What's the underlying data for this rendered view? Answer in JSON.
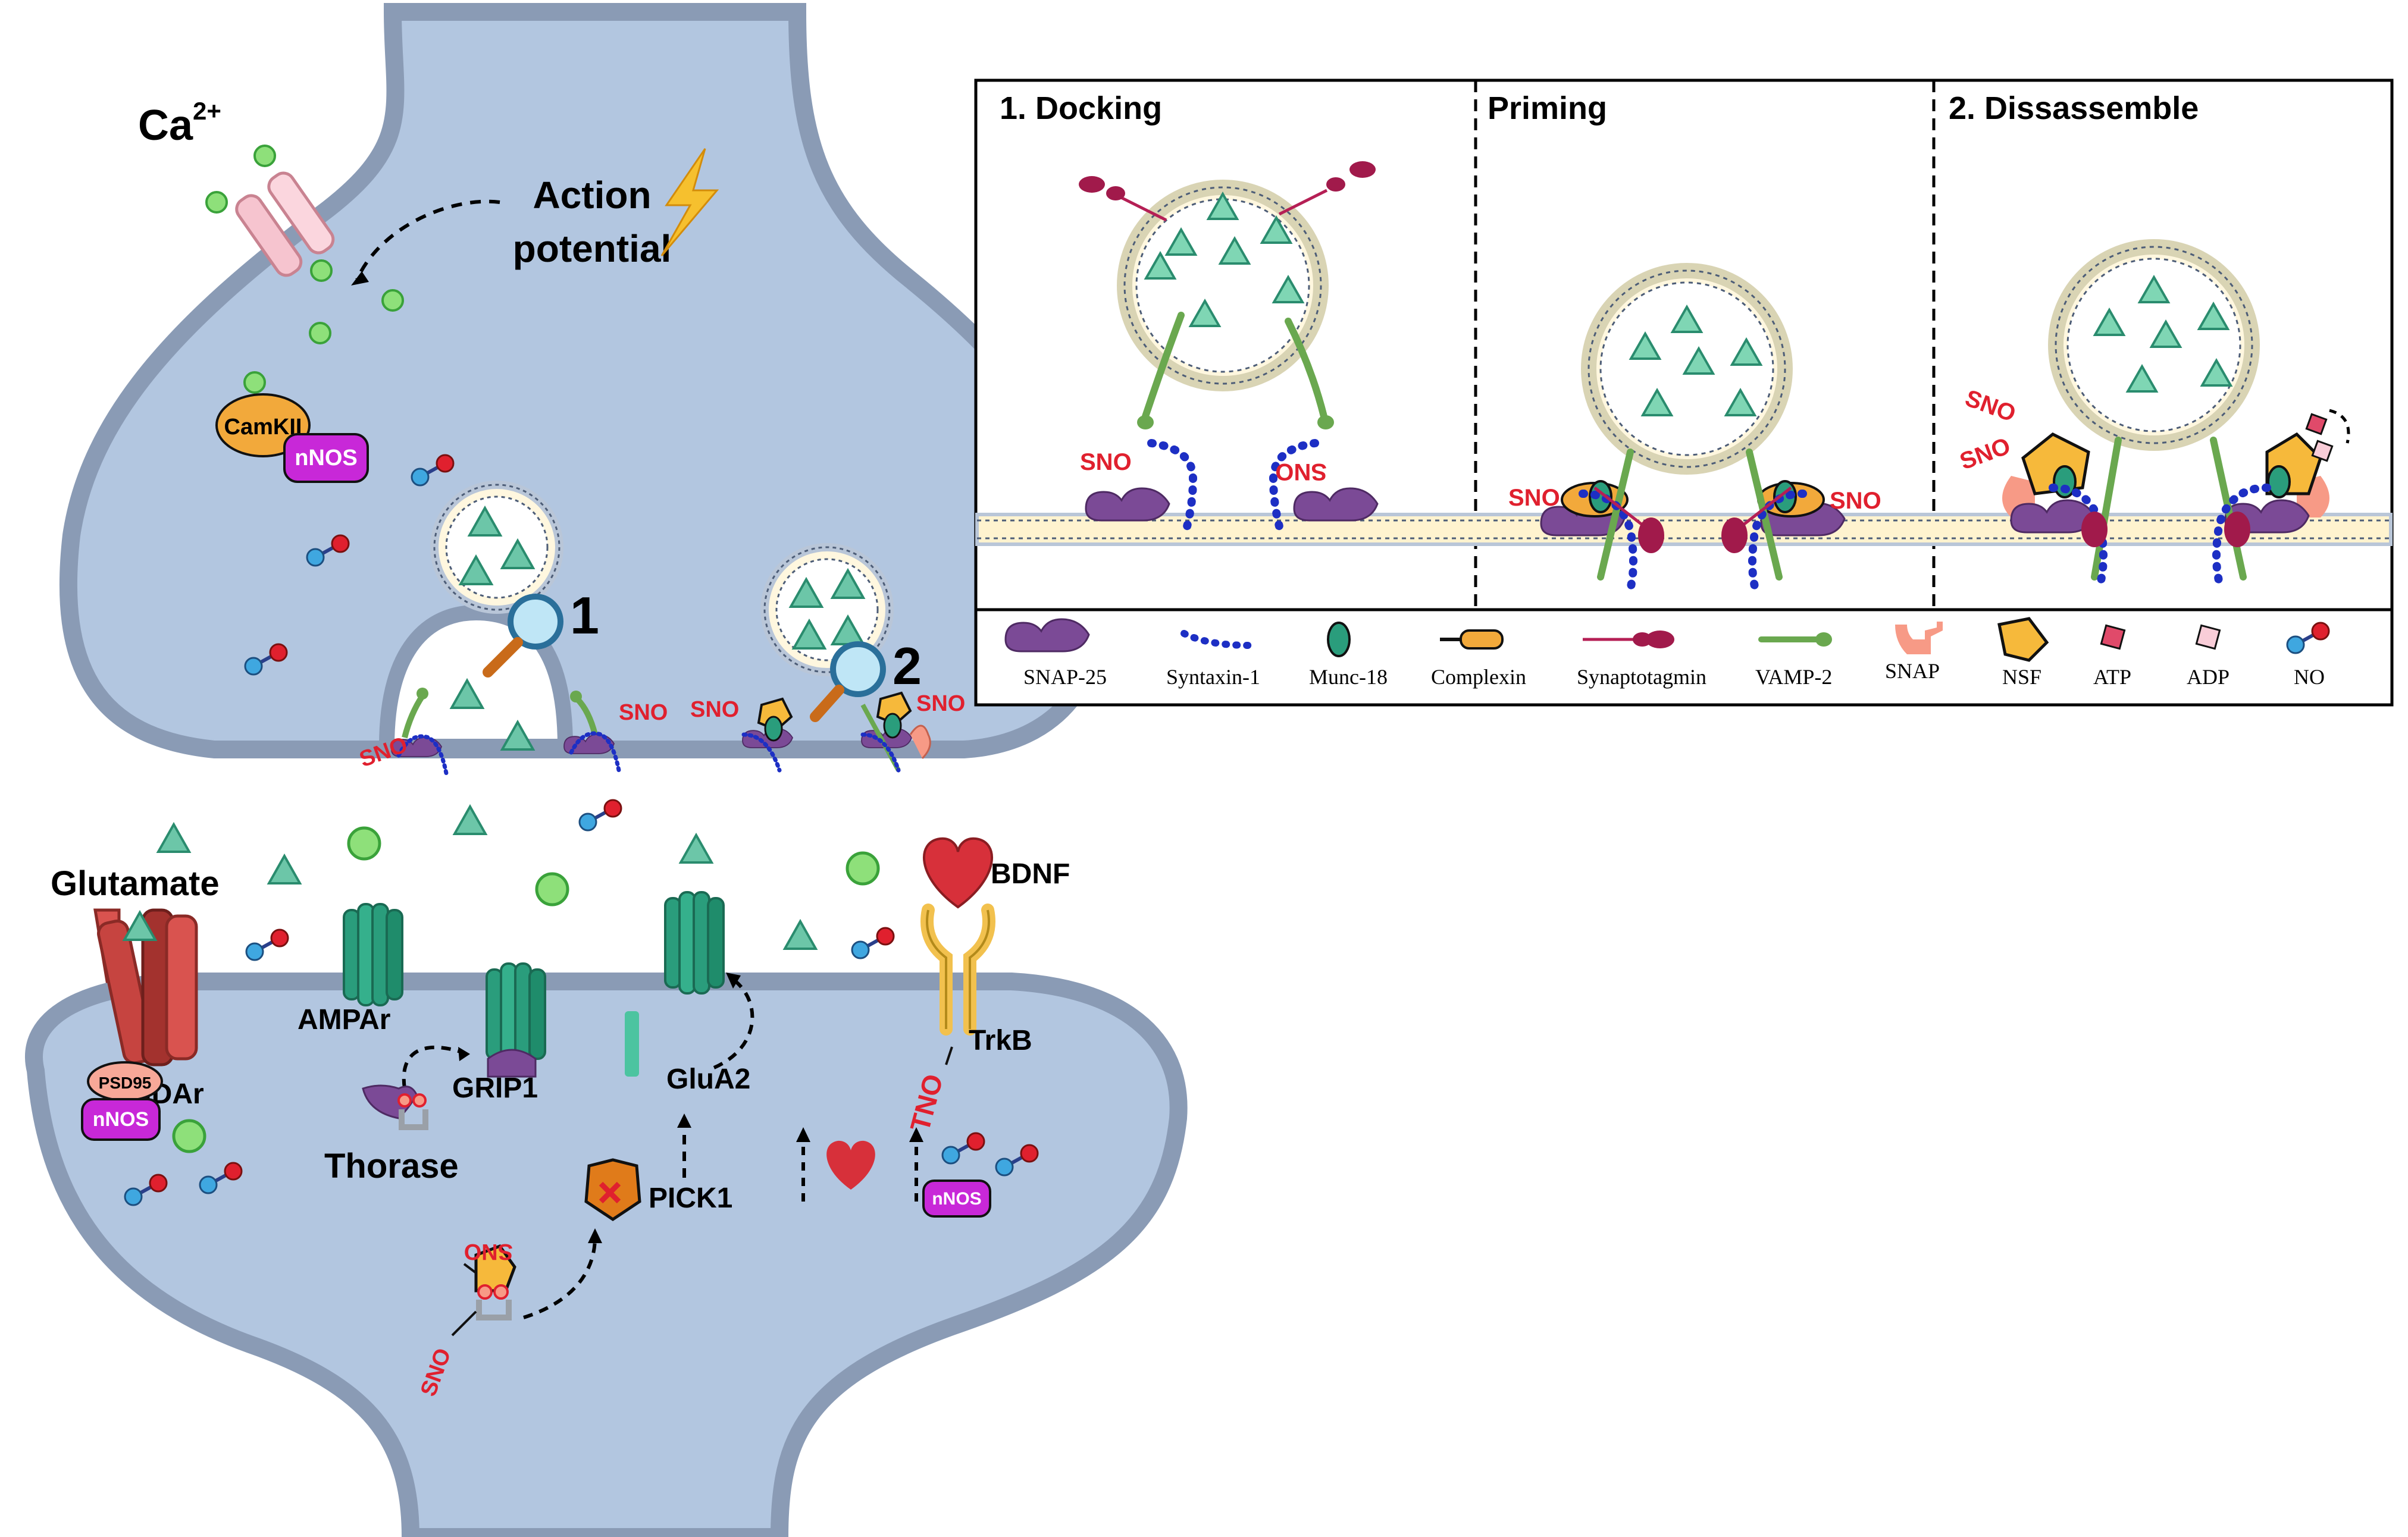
{
  "left": {
    "calcium": "Ca",
    "calcium_sup": "2+",
    "action_potential": [
      "Action",
      "potential"
    ],
    "camkii": "CamKII",
    "nnos": "nNOS",
    "step1": "1",
    "step2": "2",
    "sno": "SNO",
    "glutamate": "Glutamate",
    "nmdar": "NMDAr",
    "psd95": "PSD95",
    "ampar": "AMPAr",
    "grip1": "GRIP1",
    "thorase": "Thorase",
    "glua2": "GluA2",
    "pick1": "PICK1",
    "bdnf": "BDNF",
    "trkb": "TrkB",
    "tno": "TNO"
  },
  "panel": {
    "docking": "1. Docking",
    "priming": "Priming",
    "disassemble": "2. Dissassemble"
  },
  "legend": [
    {
      "label": "SNAP-25",
      "icon": "snap25-icon"
    },
    {
      "label": "Syntaxin-1",
      "icon": "syntaxin-icon"
    },
    {
      "label": "Munc-18",
      "icon": "munc18-icon"
    },
    {
      "label": "Complexin",
      "icon": "complexin-icon"
    },
    {
      "label": "Synaptotagmin",
      "icon": "synaptotagmin-icon"
    },
    {
      "label": "VAMP-2",
      "icon": "vamp2-icon"
    },
    {
      "label": "SNAP",
      "icon": "snap-icon"
    },
    {
      "label": "NSF",
      "icon": "nsf-icon"
    },
    {
      "label": "ATP",
      "icon": "atp-icon"
    },
    {
      "label": "ADP",
      "icon": "adp-icon"
    },
    {
      "label": "NO",
      "icon": "no-icon"
    }
  ],
  "colors": {
    "cytoplasm": "#b2c6e0",
    "membrane": "#8a9bb5",
    "nnos": "#c828d8",
    "camkii": "#f2a93b",
    "nmdar": "#d9534f",
    "receptor_teal": "#2a9d7c",
    "snap25": "#7b4a96",
    "syntaxin": "#1d2fc4",
    "vamp2": "#6aa84f",
    "synaptotagmin": "#b51f55",
    "nsf": "#f6b93b",
    "sno_red": "#e0202e",
    "calcium": "#7fdc6b"
  }
}
